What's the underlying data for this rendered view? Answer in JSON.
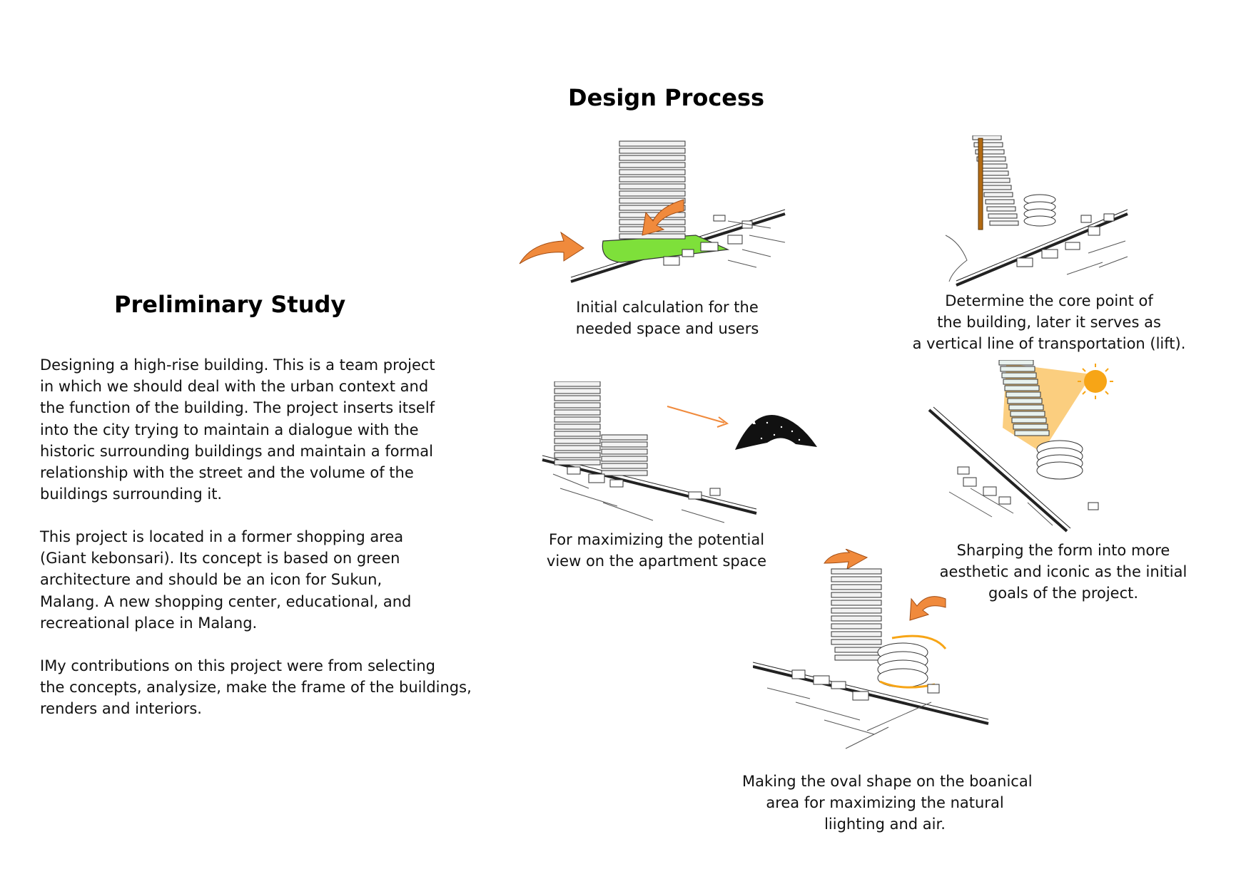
{
  "design_process": {
    "title": "Design Process",
    "steps": [
      {
        "caption": [
          "Initial calculation for the",
          "needed space and users"
        ]
      },
      {
        "caption": [
          "Determine the core point of",
          "the building, later it serves as",
          "a vertical line of transportation (lift)."
        ]
      },
      {
        "caption": [
          "For maximizing the potential",
          "view on the apartment space"
        ]
      },
      {
        "caption": [
          "Sharping the form into more",
          "aesthetic and iconic as the initial",
          "goals of the project."
        ]
      },
      {
        "caption": [
          "Making the oval shape on the boanical",
          "area for maximizing the natural",
          "liighting and air."
        ]
      }
    ]
  },
  "preliminary_study": {
    "title": "Preliminary Study",
    "paragraphs": [
      [
        "Designing a high-rise building. This is a team project",
        "in which we should deal with the urban context and",
        "the function of the building. The project inserts itself",
        "into the city trying to maintain a dialogue with the",
        "historic surrounding buildings and maintain a formal",
        "relationship with the street and the volume of the",
        "buildings surrounding it."
      ],
      [
        "This project is located in a former shopping area",
        "(Giant kebonsari). Its concept is based on green",
        "architecture and should be an icon for Sukun,",
        "Malang. A new shopping center, educational, and",
        "recreational place in Malang."
      ],
      [
        "IMy contributions on this project were from selecting",
        "the concepts, analysize, make the frame of the buildings,",
        "renders and interiors."
      ]
    ]
  },
  "colors": {
    "arrow": "#f08a3c",
    "green_site": "#7ee03a",
    "core": "#b36a12",
    "sun": "#f7a516",
    "night": "#111111"
  },
  "icons": [
    "building-diagram",
    "arrow-icon",
    "moon-icon",
    "sun-icon"
  ]
}
